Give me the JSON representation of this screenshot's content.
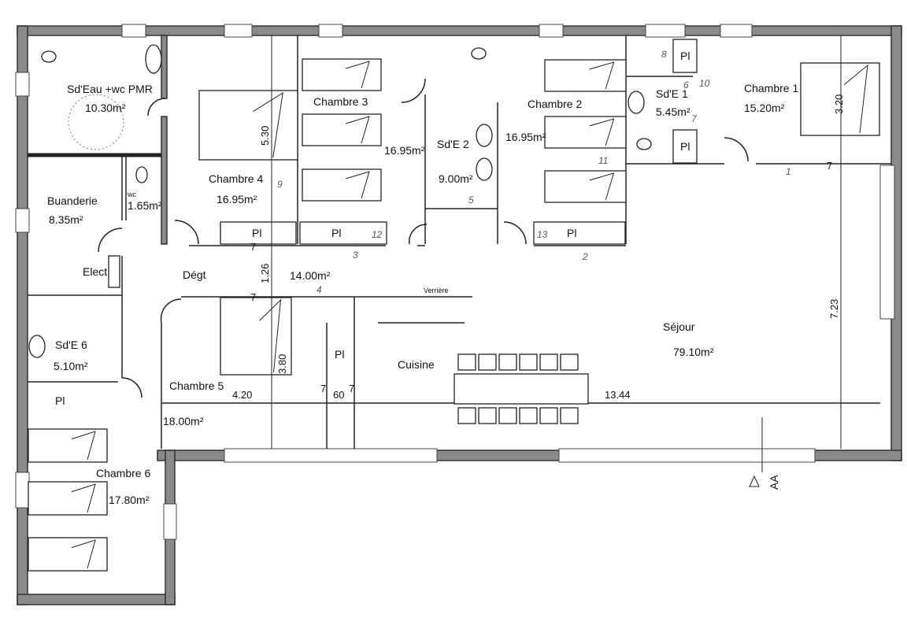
{
  "rooms": {
    "sdeau_pmr": {
      "name": "Sd'Eau +wc PMR",
      "area": "10.30m²"
    },
    "buanderie": {
      "name": "Buanderie",
      "area": "8.35m²"
    },
    "wc": {
      "name": "wc",
      "area": "1.65m²"
    },
    "chambre4": {
      "name": "Chambre 4",
      "area": "16.95m²"
    },
    "chambre3": {
      "name": "Chambre 3",
      "area": "16.95m²"
    },
    "sde2": {
      "name": "Sd'E 2",
      "area": "9.00m²"
    },
    "chambre2": {
      "name": "Chambre 2",
      "area": "16.95m²"
    },
    "sde1": {
      "name": "Sd'E 1",
      "area": "5.45m²"
    },
    "chambre1": {
      "name": "Chambre 1",
      "area": "15.20m²"
    },
    "elect": {
      "name": "Elect"
    },
    "degt": {
      "name": "Dégt",
      "area": "14.00m²"
    },
    "sde6": {
      "name": "Sd'E 6",
      "area": "5.10m²"
    },
    "chambre5": {
      "name": "Chambre 5",
      "area": "18.00m²"
    },
    "chambre6": {
      "name": "Chambre 6",
      "area": "17.80m²"
    },
    "cuisine": {
      "name": "Cuisine"
    },
    "sejour": {
      "name": "Séjour",
      "area": "79.10m²"
    }
  },
  "placard_label": "Pl",
  "verriere_label": "Verrière",
  "dimensions": {
    "d530": "5.30",
    "d126": "1.26",
    "d7": "7",
    "d380": "3.80",
    "d420": "4.20",
    "d60": "60",
    "d1344": "13.44",
    "d723": "7.23",
    "d320": "3.20"
  },
  "section_mark": "AA",
  "handwritten": [
    "9",
    "12",
    "3",
    "4",
    "13",
    "2",
    "1",
    "6",
    "10",
    "8",
    "7",
    "5",
    "11"
  ]
}
